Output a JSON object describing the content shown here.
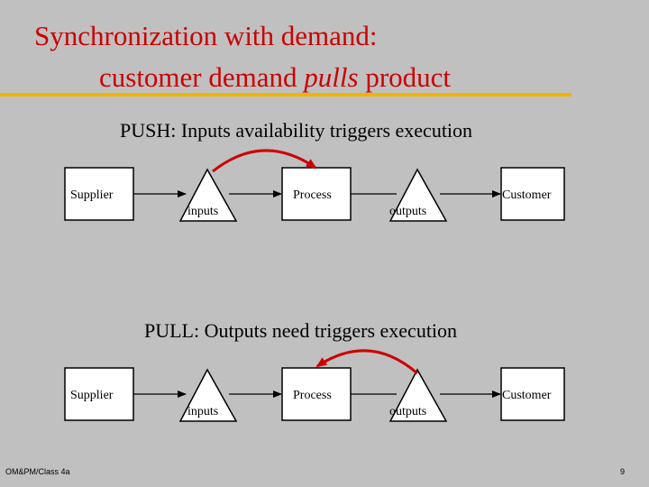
{
  "title": {
    "line1": "Synchronization with demand:",
    "line2_prefix": "customer demand ",
    "line2_emphasis": "pulls",
    "line2_suffix": " product"
  },
  "push": {
    "caption": "PUSH: Inputs availability triggers execution",
    "supplier": "Supplier",
    "inputs": "inputs",
    "process": "Process",
    "outputs": "outputs",
    "customer": "Customer"
  },
  "pull": {
    "caption": "PULL: Outputs need triggers execution",
    "supplier": "Supplier",
    "inputs": "inputs",
    "process": "Process",
    "outputs": "outputs",
    "customer": "Customer"
  },
  "footer": {
    "left": "OM&PM/Class 4a",
    "page": "9"
  },
  "colors": {
    "title": "#cc0000",
    "rule": "#f0b400",
    "trigger_arrow": "#cc0000",
    "background": "#c0c0c0"
  }
}
